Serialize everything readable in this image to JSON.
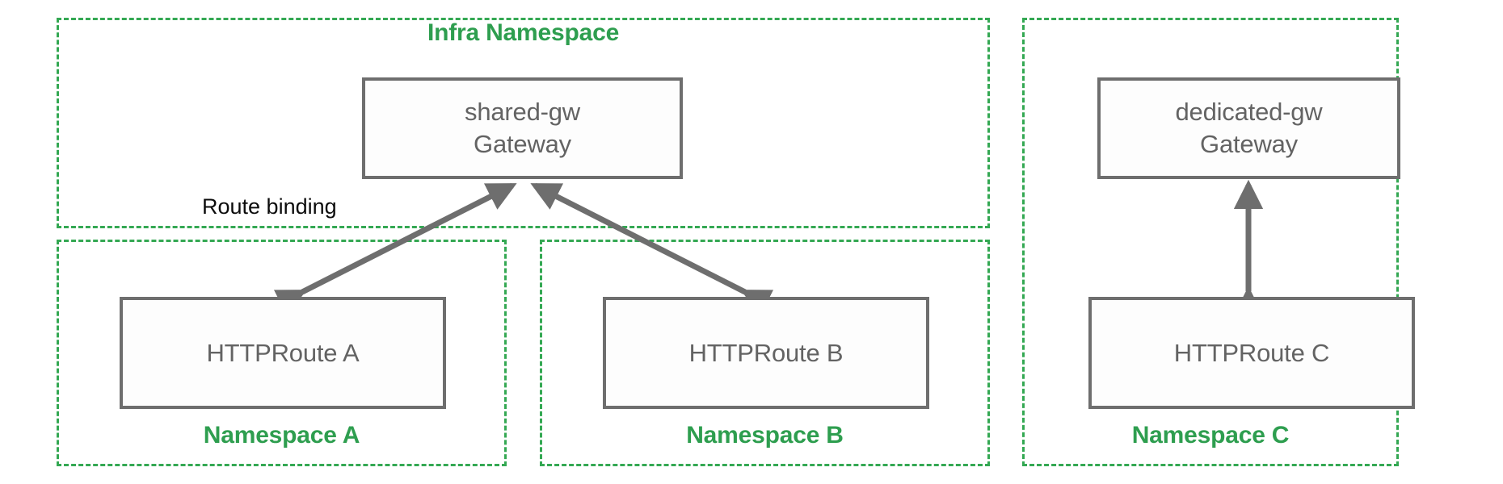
{
  "diagram": {
    "title_hidden": "",
    "colors": {
      "namespace_border": "#34a853",
      "namespace_label": "#2e9e4f",
      "node_stroke": "#6e6e6e",
      "node_text": "#636363",
      "node_fill": "#fdfdfd",
      "arrow": "#6e6e6e",
      "edge_label_text": "#0c0c0c",
      "background": "#ffffff"
    },
    "namespaces": [
      {
        "id": "infra",
        "label": "Infra Namespace",
        "label_position": "top"
      },
      {
        "id": "ns-a",
        "label": "Namespace A",
        "label_position": "bottom"
      },
      {
        "id": "ns-b",
        "label": "Namespace B",
        "label_position": "bottom"
      },
      {
        "id": "ns-c",
        "label": "Namespace C",
        "label_position": "bottom"
      }
    ],
    "nodes": [
      {
        "id": "shared-gw",
        "name": "shared-gw",
        "kind": "Gateway",
        "text": "shared-gw\nGateway",
        "namespace": "infra"
      },
      {
        "id": "dedicated-gw",
        "name": "dedicated-gw",
        "kind": "Gateway",
        "text": "dedicated-gw\nGateway",
        "namespace": "ns-c"
      },
      {
        "id": "httproute-a",
        "name": "HTTPRoute A",
        "kind": "HTTPRoute",
        "text": "HTTPRoute A",
        "namespace": "ns-a"
      },
      {
        "id": "httproute-b",
        "name": "HTTPRoute B",
        "kind": "HTTPRoute",
        "text": "HTTPRoute B",
        "namespace": "ns-b"
      },
      {
        "id": "httproute-c",
        "name": "HTTPRoute C",
        "kind": "HTTPRoute",
        "text": "HTTPRoute C",
        "namespace": "ns-c"
      }
    ],
    "edges": [
      {
        "id": "edge-a",
        "from": "httproute-a",
        "to": "shared-gw",
        "label": "Route binding",
        "arrowheads": "both"
      },
      {
        "id": "edge-b",
        "from": "httproute-b",
        "to": "shared-gw",
        "label": "",
        "arrowheads": "both"
      },
      {
        "id": "edge-c",
        "from": "httproute-c",
        "to": "dedicated-gw",
        "label": "",
        "arrowheads": "both"
      }
    ],
    "edge_labels": [
      {
        "id": "route-binding",
        "text": "Route binding"
      }
    ]
  }
}
